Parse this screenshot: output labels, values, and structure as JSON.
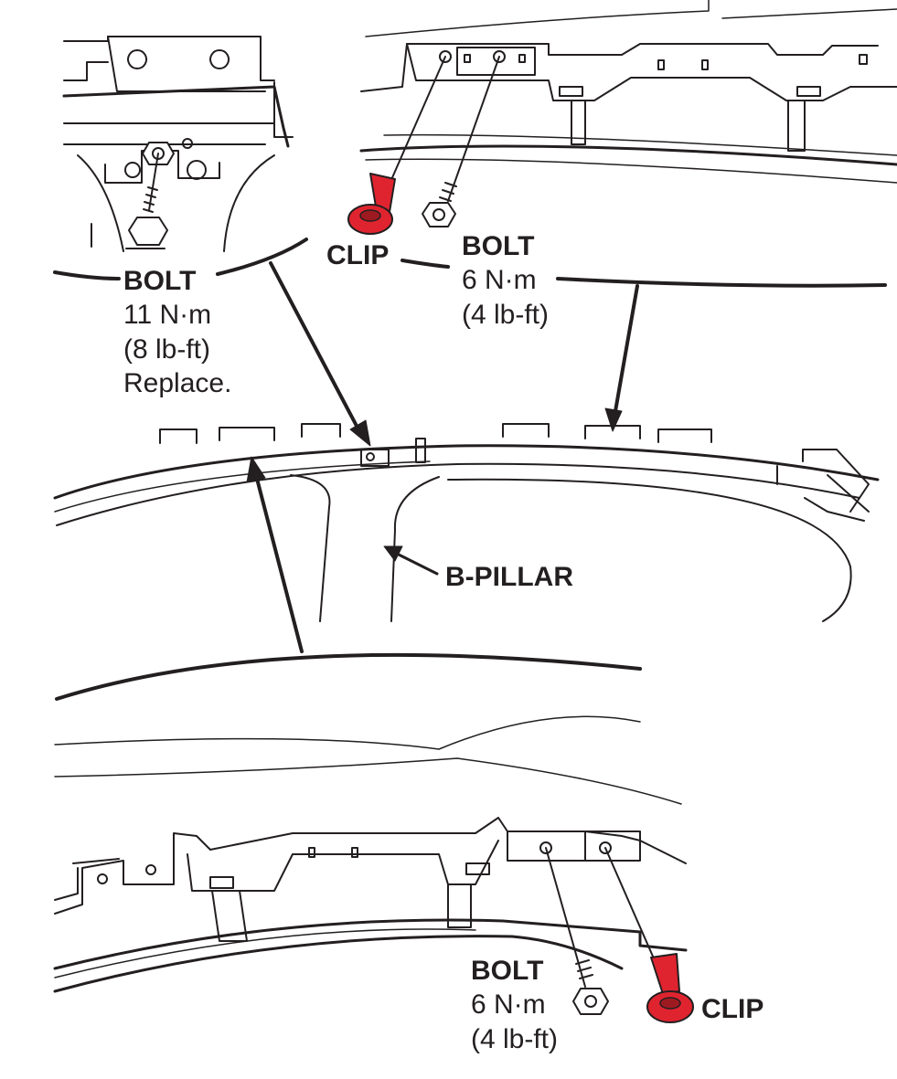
{
  "colors": {
    "line": "#231f20",
    "clip_fill": "#e0242f",
    "clip_shadow": "#9e1a21",
    "background": "#ffffff"
  },
  "labels": {
    "top_left_bolt": {
      "title": "BOLT",
      "torque_nm": "11 N·m",
      "torque_lbft": "(8 lb-ft)",
      "note": "Replace."
    },
    "top_clip": {
      "title": "CLIP"
    },
    "top_right_bolt": {
      "title": "BOLT",
      "torque_nm": "6 N·m",
      "torque_lbft": "(4 lb-ft)"
    },
    "b_pillar": {
      "title": "B-PILLAR"
    },
    "bottom_bolt": {
      "title": "BOLT",
      "torque_nm": "6 N·m",
      "torque_lbft": "(4 lb-ft)"
    },
    "bottom_clip": {
      "title": "CLIP"
    }
  },
  "icons": [
    "bolt-icon",
    "clip-icon"
  ]
}
